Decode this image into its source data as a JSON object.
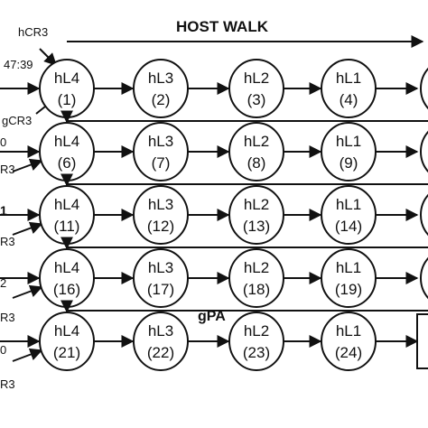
{
  "diagram": {
    "title": "HOST WALK",
    "gpa_label": "gPA",
    "hcr3_label": "hCR3",
    "gcr3_label": "gCR3",
    "left_labels": [
      "47:39",
      "0",
      "R3",
      "1",
      "R3",
      "2",
      "R3",
      "0",
      "R3"
    ],
    "rows": [
      {
        "nodes": [
          {
            "level": "hL4",
            "num": "(1)"
          },
          {
            "level": "hL3",
            "num": "(2)"
          },
          {
            "level": "hL2",
            "num": "(3)"
          },
          {
            "level": "hL1",
            "num": "(4)"
          }
        ]
      },
      {
        "nodes": [
          {
            "level": "hL4",
            "num": "(6)"
          },
          {
            "level": "hL3",
            "num": "(7)"
          },
          {
            "level": "hL2",
            "num": "(8)"
          },
          {
            "level": "hL1",
            "num": "(9)"
          }
        ]
      },
      {
        "nodes": [
          {
            "level": "hL4",
            "num": "(11)"
          },
          {
            "level": "hL3",
            "num": "(12)"
          },
          {
            "level": "hL2",
            "num": "(13)"
          },
          {
            "level": "hL1",
            "num": "(14)"
          }
        ]
      },
      {
        "nodes": [
          {
            "level": "hL4",
            "num": "(16)"
          },
          {
            "level": "hL3",
            "num": "(17)"
          },
          {
            "level": "hL2",
            "num": "(18)"
          },
          {
            "level": "hL1",
            "num": "(19)"
          }
        ]
      },
      {
        "nodes": [
          {
            "level": "hL4",
            "num": "(21)"
          },
          {
            "level": "hL3",
            "num": "(22)"
          },
          {
            "level": "hL2",
            "num": "(23)"
          },
          {
            "level": "hL1",
            "num": "(24)"
          }
        ]
      }
    ]
  }
}
